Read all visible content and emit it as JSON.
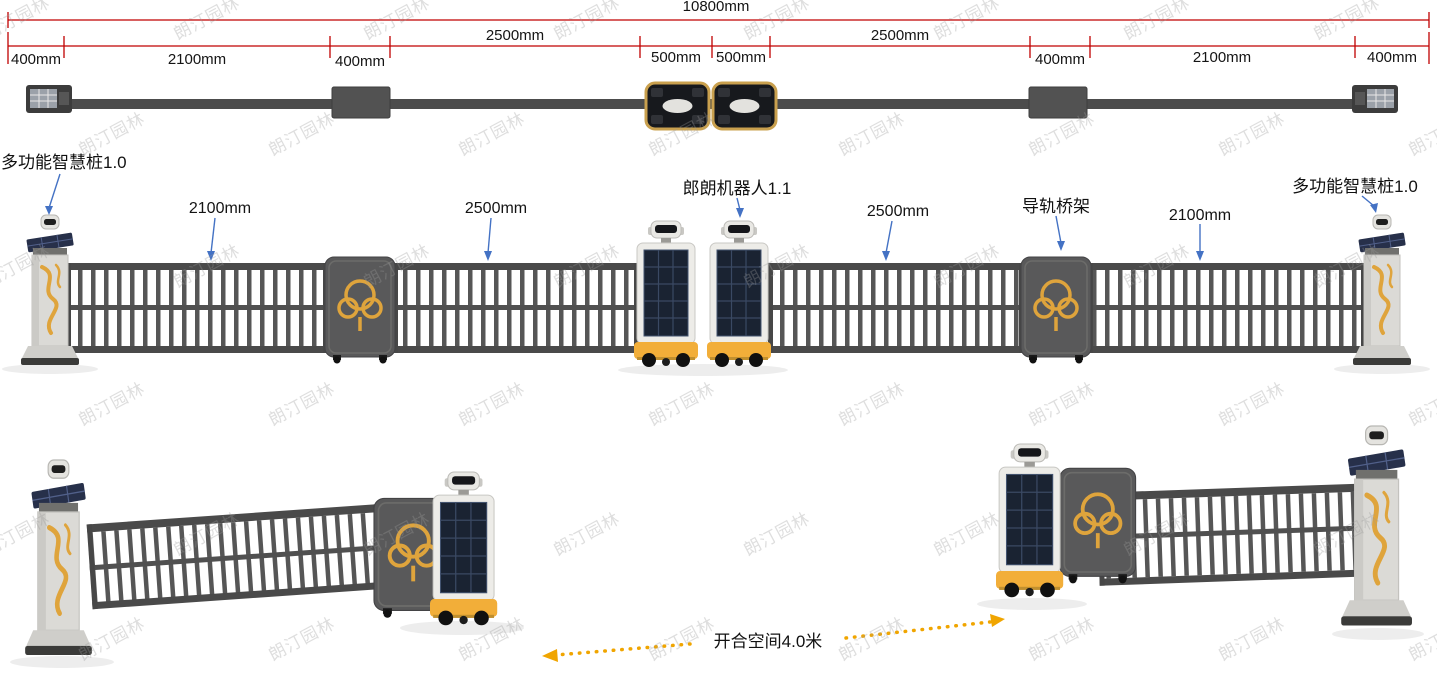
{
  "watermark": {
    "text": "朗汀园林"
  },
  "top_dimensions": {
    "total_label": "10800mm",
    "segments": [
      "400mm",
      "2100mm",
      "400mm",
      "2500mm",
      "500mm",
      "500mm",
      "2500mm",
      "400mm",
      "2100mm",
      "400mm"
    ]
  },
  "elevation": {
    "pillar_label_left": "多功能智慧桩1.0",
    "robot_label": "郎朗机器人1.1",
    "rail_label": "导轨桥架",
    "pillar_label_right": "多功能智慧桩1.0",
    "dim_labels": [
      "2100mm",
      "2500mm",
      "2500mm",
      "2100mm"
    ]
  },
  "perspective": {
    "opening_label": "开合空间4.0米"
  },
  "colors": {
    "dimension_red": "#c00000",
    "callout_blue": "#4472c4",
    "accent_gold": "#dfa43c",
    "arrow_gold": "#f0a500",
    "rail_gray": "#4a4a4a",
    "gate_gray": "#59595a",
    "solar_navy": "#1a2332",
    "robot_base_gold": "#f2ae39",
    "pillar_light": "#dbdad6",
    "watermark_gray": "#9a9a9a",
    "background": "#ffffff"
  }
}
